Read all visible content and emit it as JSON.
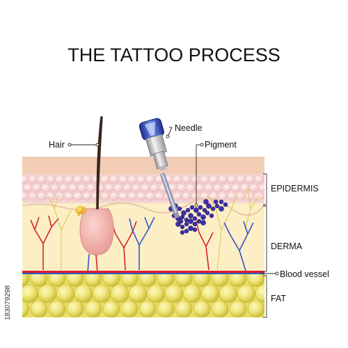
{
  "title": "THE TATTOO PROCESS",
  "labels": {
    "hair": "Hair",
    "needle": "Needle",
    "pigment": "Pigment",
    "blood_vessel": "Blood vessel"
  },
  "layers": {
    "epidermis": "EPIDERMIS",
    "derma": "DERMA",
    "fat": "FAT"
  },
  "watermark": "183079298",
  "colors": {
    "skin_surface": "#f3ccb4",
    "epidermis": "#f4d6d4",
    "derma": "#fcefc6",
    "fat": "#e9df67",
    "pigment": "#3c2fa5",
    "artery": "#d8202c",
    "vein": "#2f58c8",
    "needle_metal": "#c8c8cc"
  }
}
